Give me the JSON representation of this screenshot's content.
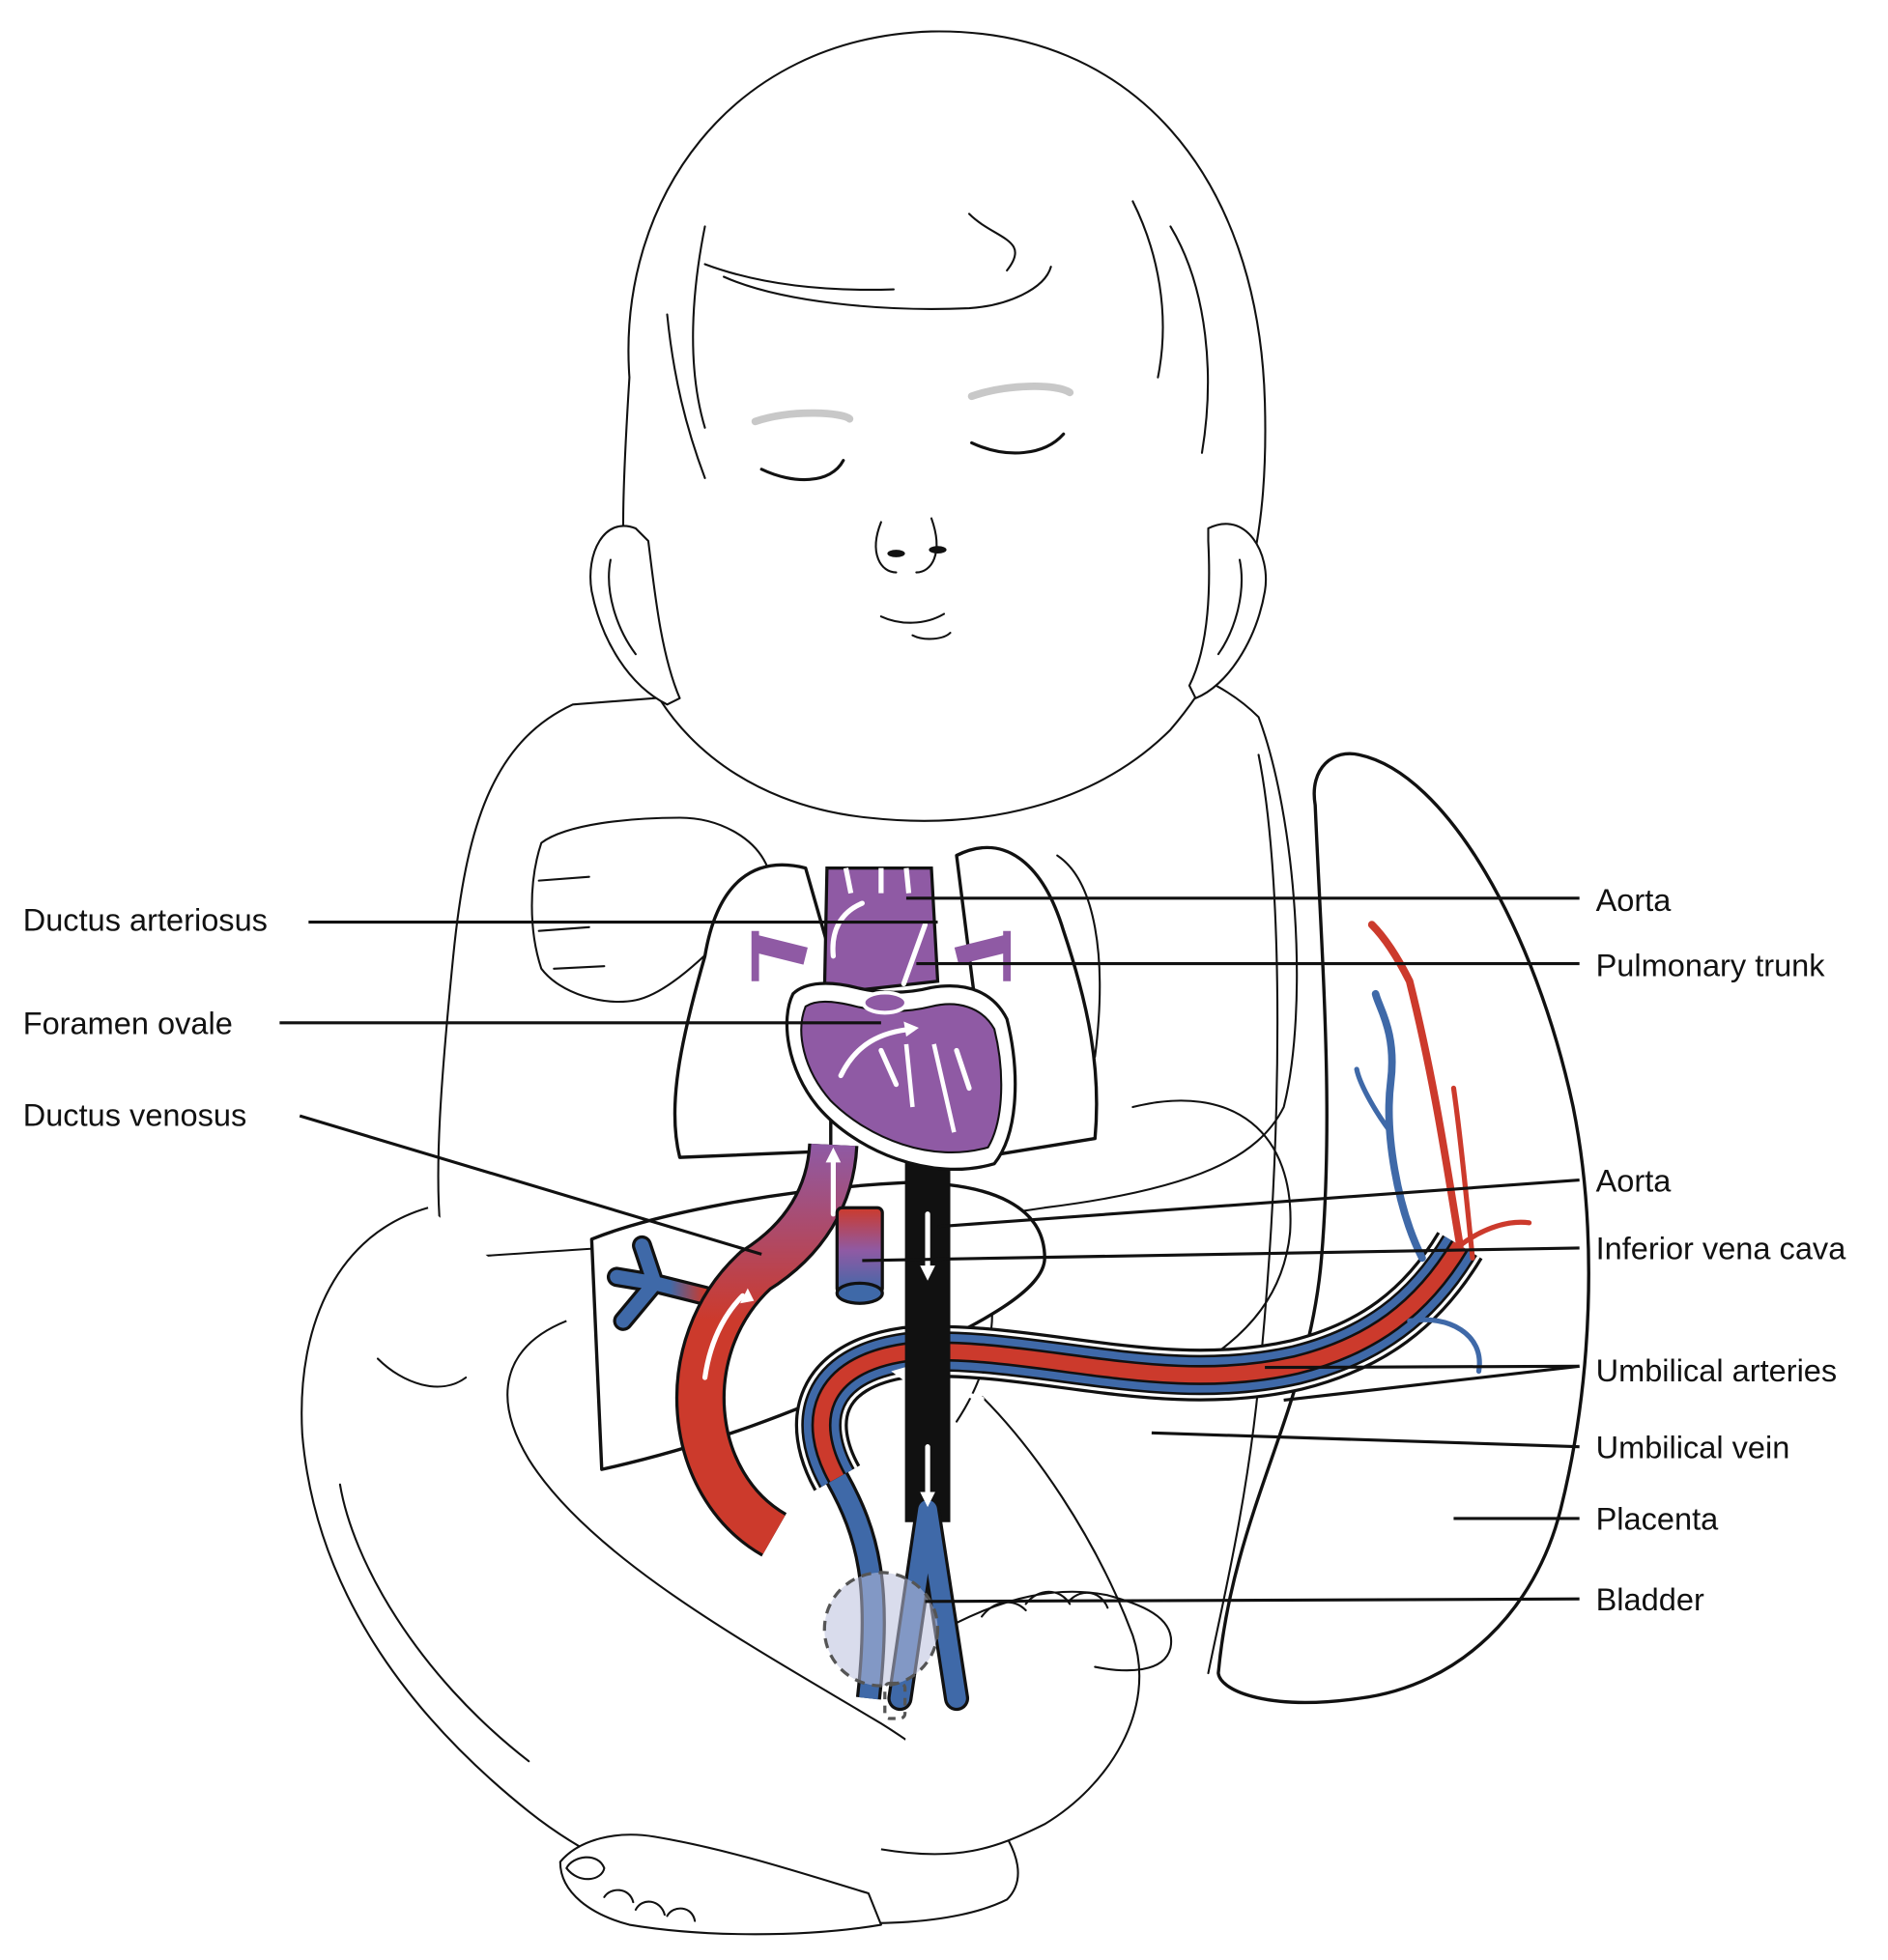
{
  "diagram": {
    "subject": "Fetal circulation",
    "colors": {
      "oxygenated": "#cc3a2c",
      "deoxygenated": "#3f69a8",
      "mixed": "#8f5aa4",
      "outline": "#111111",
      "eyebrow": "#c8c8c8",
      "bladder": "#b9c0dc"
    },
    "labels_left": [
      {
        "id": "ductus-arteriosus",
        "text": "Ductus arteriosus"
      },
      {
        "id": "foramen-ovale",
        "text": "Foramen ovale"
      },
      {
        "id": "ductus-venosus",
        "text": "Ductus venosus"
      }
    ],
    "labels_right": [
      {
        "id": "aorta-arch",
        "text": "Aorta"
      },
      {
        "id": "pulmonary-trunk",
        "text": "Pulmonary trunk"
      },
      {
        "id": "aorta-descending",
        "text": "Aorta"
      },
      {
        "id": "inferior-vena-cava",
        "text": "Inferior vena cava"
      },
      {
        "id": "umbilical-arteries",
        "text": "Umbilical arteries"
      },
      {
        "id": "umbilical-vein",
        "text": "Umbilical vein"
      },
      {
        "id": "placenta",
        "text": "Placenta"
      },
      {
        "id": "bladder",
        "text": "Bladder"
      }
    ]
  }
}
